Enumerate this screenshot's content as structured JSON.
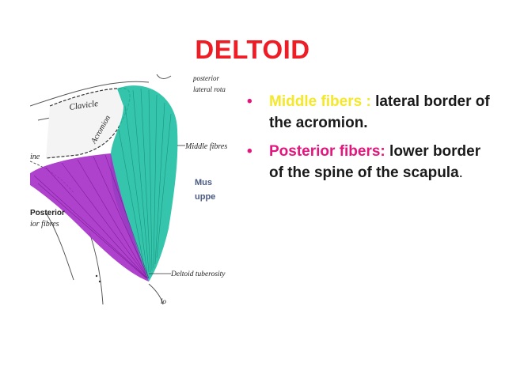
{
  "slide": {
    "title": "DELTOID",
    "title_color": "#ee1c25",
    "bullets": [
      {
        "label": "Middle fibers :",
        "label_color": "#f5e82a",
        "text": " lateral border of the acromion."
      },
      {
        "label": "Posterior fibers:",
        "label_color": "#e4157d",
        "text": " lower border of the spine of the scapula",
        "tail": "."
      }
    ],
    "bullet_color": "#e4157d"
  },
  "figure": {
    "labels": {
      "clavicle": "Clavicle",
      "acromion": "Acromion",
      "middle_fibres": "Middle fibres",
      "posterior": "Posterior",
      "posterior_fibres": "ior fibres",
      "deltoid_tuberosity": "Deltoid tuberosity",
      "top_posterior": "posterior",
      "top_lateral": "lateral rota",
      "left_fragment": "ine",
      "mus": "Mus",
      "uppe": "uppe",
      "bottom_fragment": "lo"
    },
    "colors": {
      "middle": "#1fbfa3",
      "posterior": "#a52dc7"
    }
  }
}
